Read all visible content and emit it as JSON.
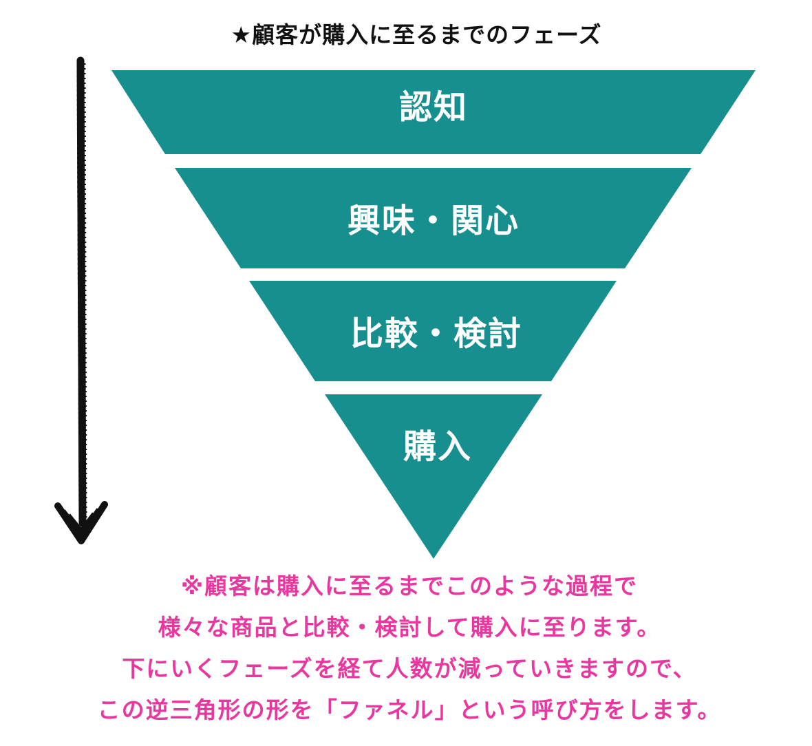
{
  "title": "★顧客が購入に至るまでのフェーズ",
  "stages": [
    {
      "label": "認知"
    },
    {
      "label": "興味・関心"
    },
    {
      "label": "比較・検討"
    },
    {
      "label": "購入"
    }
  ],
  "note_lines": [
    "※顧客は購入に至るまでこのような過程で",
    "様々な商品と比較・検討して購入に至ります。",
    "下にいくフェーズを経て人数が減っていきますので、",
    "この逆三角形の形を「ファネル」という呼び方をします。"
  ],
  "colors": {
    "funnel": "#178f8f",
    "stage_text": "#ffffff",
    "note_text": "#e8379e",
    "arrow": "#111111"
  }
}
